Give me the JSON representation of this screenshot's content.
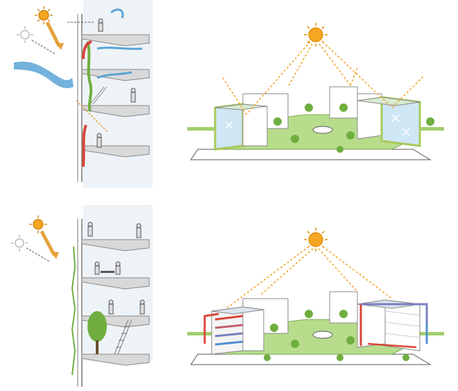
{
  "colors": {
    "sun": "#f5a623",
    "sun_stroke": "#e08a00",
    "ray": "#f0a21c",
    "building_edge": "#9a9a9a",
    "glass": "#cfe6f5",
    "glass_frame": "#a9c95b",
    "green": "#9fcf6b",
    "tree": "#6fae3f",
    "hot_air": "#d9463a",
    "cold_air": "#4f8fd0",
    "wind": "#5aa4d6",
    "section_bg": "#eef3f8"
  },
  "panels": [
    {
      "id": "section-summer",
      "content": "section-with-sun-wind-airflow"
    },
    {
      "id": "axonometric-summer",
      "content": "sun-reflecting-off-glass-buildings"
    },
    {
      "id": "section-winter",
      "content": "section-with-activity-and-tree"
    },
    {
      "id": "axonometric-winter",
      "content": "sun-heating-buildings-with-air-loops"
    }
  ]
}
